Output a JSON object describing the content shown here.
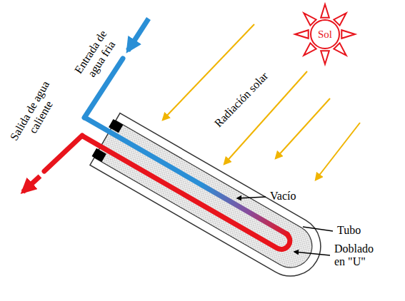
{
  "diagram": {
    "nodes": [
      {
        "text": [
          "Sol"
        ]
      }
    ],
    "labels": [
      "Entrada de agua fria",
      "Salida de agua caliente",
      "Radiación solar",
      "Vacío",
      "Tubo",
      "Doblado en \"U\""
    ]
  }
}
